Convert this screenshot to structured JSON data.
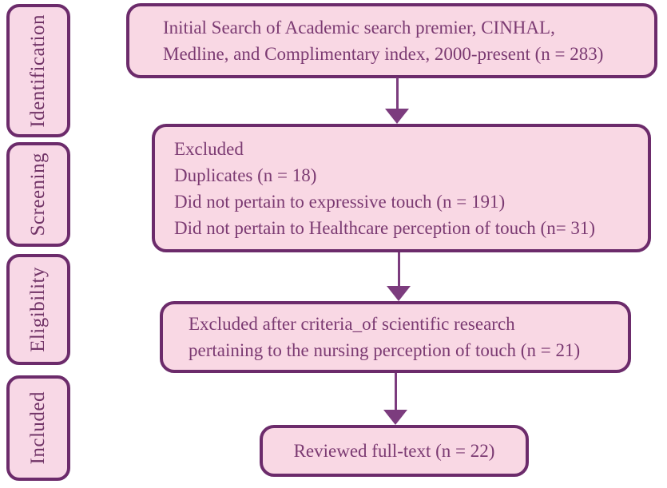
{
  "colors": {
    "box_fill": "#f9d8e4",
    "box_border": "#6c2b6b",
    "text": "#7b3a72",
    "arrow": "#7c3c7e",
    "background": "#ffffff"
  },
  "stages": [
    {
      "label": "Identification"
    },
    {
      "label": "Screening"
    },
    {
      "label": "Eligibility"
    },
    {
      "label": "Included"
    }
  ],
  "flow": {
    "boxes": [
      {
        "id": "initial-search",
        "lines": [
          "Initial Search of Academic search premier, CINHAL,",
          "Medline, and Complimentary index, 2000-present (n = 283)"
        ]
      },
      {
        "id": "screening-excluded",
        "lines": [
          "Excluded",
          "Duplicates (n = 18)",
          "Did not pertain to expressive touch (n = 191)",
          "Did not pertain to Healthcare perception of touch (n= 31)"
        ]
      },
      {
        "id": "eligibility-excluded",
        "lines": [
          "Excluded after criteria_of scientific research",
          "pertaining to the nursing perception of touch (n = 21)"
        ]
      },
      {
        "id": "included-reviewed",
        "lines": [
          "Reviewed full-text (n = 22)"
        ]
      }
    ]
  }
}
